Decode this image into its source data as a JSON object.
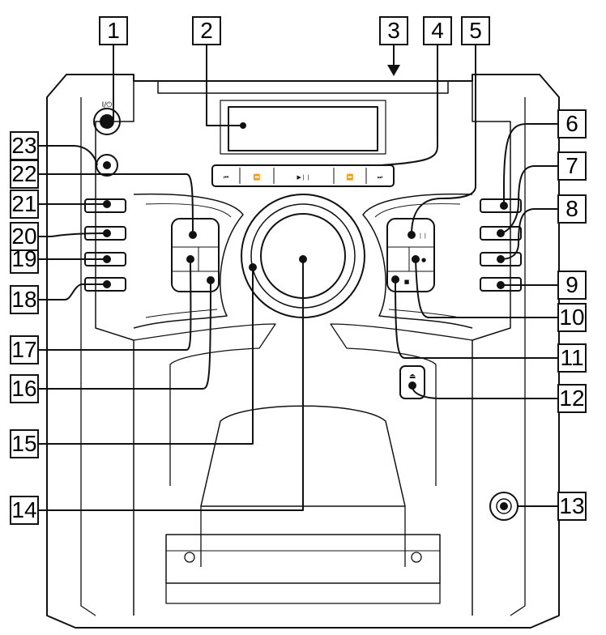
{
  "callouts": [
    "1",
    "2",
    "3",
    "4",
    "5",
    "6",
    "7",
    "8",
    "9",
    "10",
    "11",
    "12",
    "13",
    "14",
    "15",
    "16",
    "17",
    "18",
    "19",
    "20",
    "21",
    "22",
    "23"
  ],
  "power_label": "I/⏻",
  "transport_glyphs": [
    "⏮",
    "⏪",
    "▶❘❘",
    "⏩",
    "⏭"
  ],
  "right_pad_glyphs": [
    "❘❘",
    "●",
    "■"
  ],
  "eject_glyph": "⏏",
  "colors": {
    "line": "#111111",
    "background": "#ffffff"
  }
}
